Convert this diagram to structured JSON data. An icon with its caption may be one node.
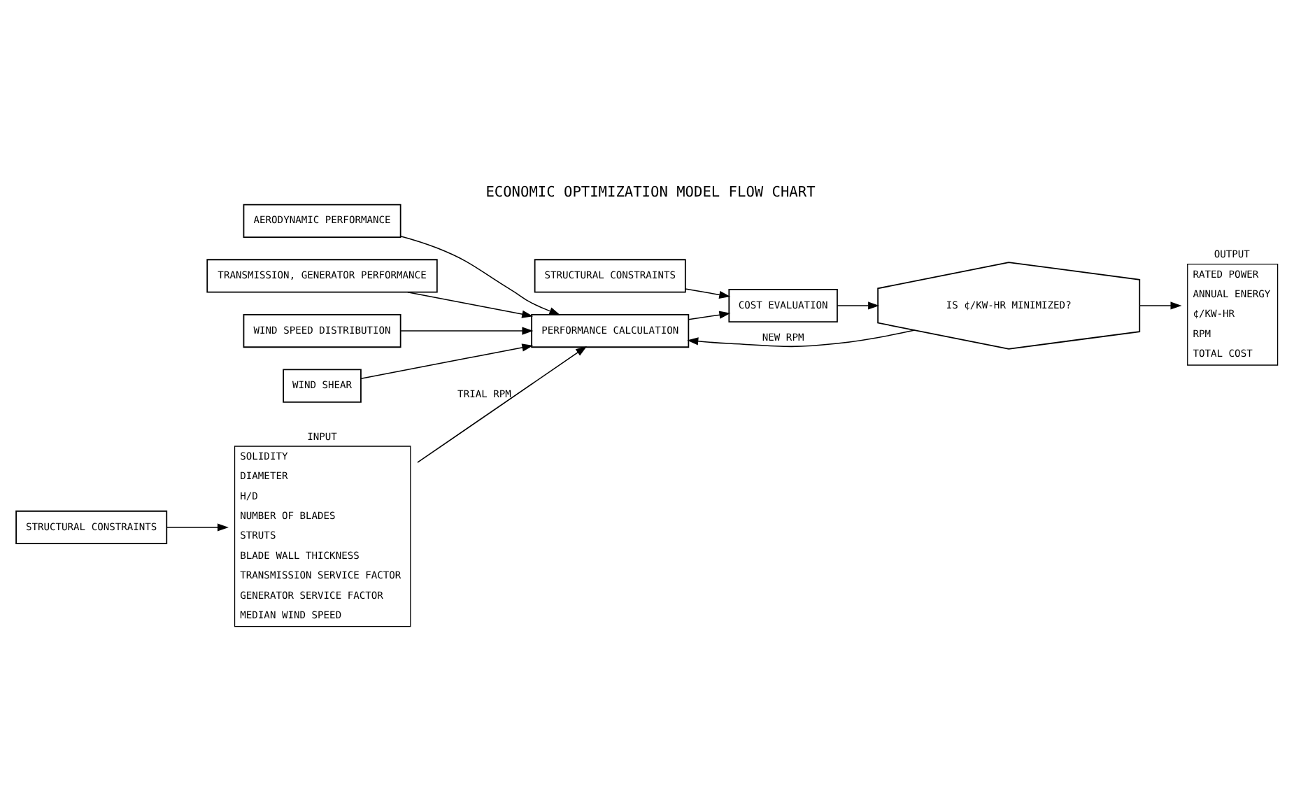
{
  "diagram": {
    "title": "ECONOMIC OPTIMIZATION MODEL FLOW CHART",
    "nodes": [
      {
        "text": [
          "INPUT",
          "SOLIDITY",
          "DIAMETER",
          "H/D",
          "NUMBER OF BLADES",
          "STRUTS",
          "BLADE WALL THICKNESS",
          "TRANSMISSION SERVICE FACTOR",
          "GENERATOR SERVICE FACTOR",
          "MEDIAN WIND SPEED"
        ]
      },
      {
        "text": [
          "AERODYNAMIC PERFORMANCE"
        ]
      },
      {
        "text": [
          "TRANSMISSION, GENERATOR PERFORMANCE"
        ]
      },
      {
        "text": [
          "PERFORMANCE CALCULATION"
        ]
      },
      {
        "text": [
          "STRUCTURAL CONSTRAINTS"
        ]
      },
      {
        "text": [
          "COST EVALUATION"
        ]
      },
      {
        "text": [
          "IS ¢/KW-HR MINIMIZED?"
        ]
      },
      {
        "text": [
          "OUTPUT",
          "RATED POWER",
          "ANNUAL ENERGY",
          "¢/KW-HR",
          "RPM",
          "TOTAL COST"
        ]
      },
      {
        "text": [
          "WIND SPEED DISTRIBUTION"
        ]
      },
      {
        "text": [
          "WIND SHEAR"
        ]
      },
      {
        "text": [
          "STRUCTURAL CONSTRAINTS"
        ]
      }
    ],
    "edges": [
      {
        "from": 0,
        "to": 3,
        "arrow": "to",
        "label": "TRIAL RPM"
      },
      {
        "from": 1,
        "to": 3,
        "arrow": "to"
      },
      {
        "from": 2,
        "to": 3,
        "arrow": "to"
      },
      {
        "from": 8,
        "to": 3,
        "arrow": "to"
      },
      {
        "from": 9,
        "to": 3,
        "arrow": "to"
      },
      {
        "from": 3,
        "to": 5,
        "arrow": "to"
      },
      {
        "from": 4,
        "to": 5,
        "arrow": "to"
      },
      {
        "from": 5,
        "to": 6,
        "arrow": "to"
      },
      {
        "from": 6,
        "to": 7,
        "arrow": "to"
      },
      {
        "from": 6,
        "to": 3,
        "arrow": "to",
        "label": "NEW RPM"
      },
      {
        "from": 10,
        "to": 0,
        "arrow": "to"
      }
    ]
  }
}
